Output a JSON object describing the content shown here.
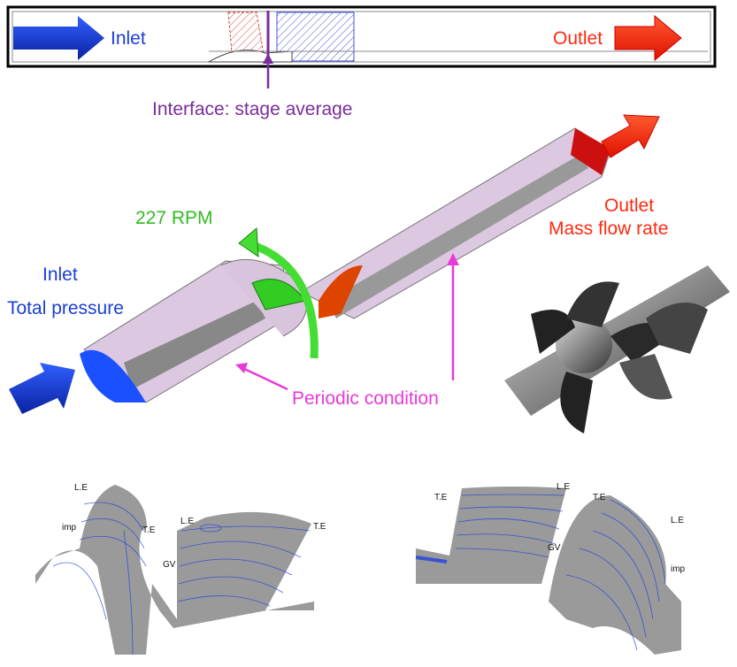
{
  "schematic": {
    "inlet_label": "Inlet",
    "outlet_label": "Outlet",
    "interface_label": "Interface: stage average"
  },
  "model": {
    "rotation_label": "227 RPM",
    "outlet_label": "Outlet",
    "outlet_condition": "Mass flow rate",
    "inlet_label": "Inlet",
    "inlet_condition": "Total pressure",
    "periodic_label": "Periodic condition"
  },
  "streamlines_left": {
    "impeller_le": "L.E",
    "impeller_label": "imp",
    "impeller_te": "T.E",
    "guide_vane_le": "L.E",
    "guide_vane_label": "GV",
    "guide_vane_te": "T.E"
  },
  "streamlines_right": {
    "guide_vane_te": "T.E",
    "guide_vane_le": "L.E",
    "guide_vane_label": "GV",
    "impeller_te": "T.E",
    "impeller_le": "L.E",
    "impeller_label": "imp"
  },
  "colors": {
    "inlet": "#1a3fd6",
    "outlet": "#ff2a10",
    "interface": "#7a2d9a",
    "rotation": "#33bb22",
    "periodic": "#e83ad8"
  }
}
